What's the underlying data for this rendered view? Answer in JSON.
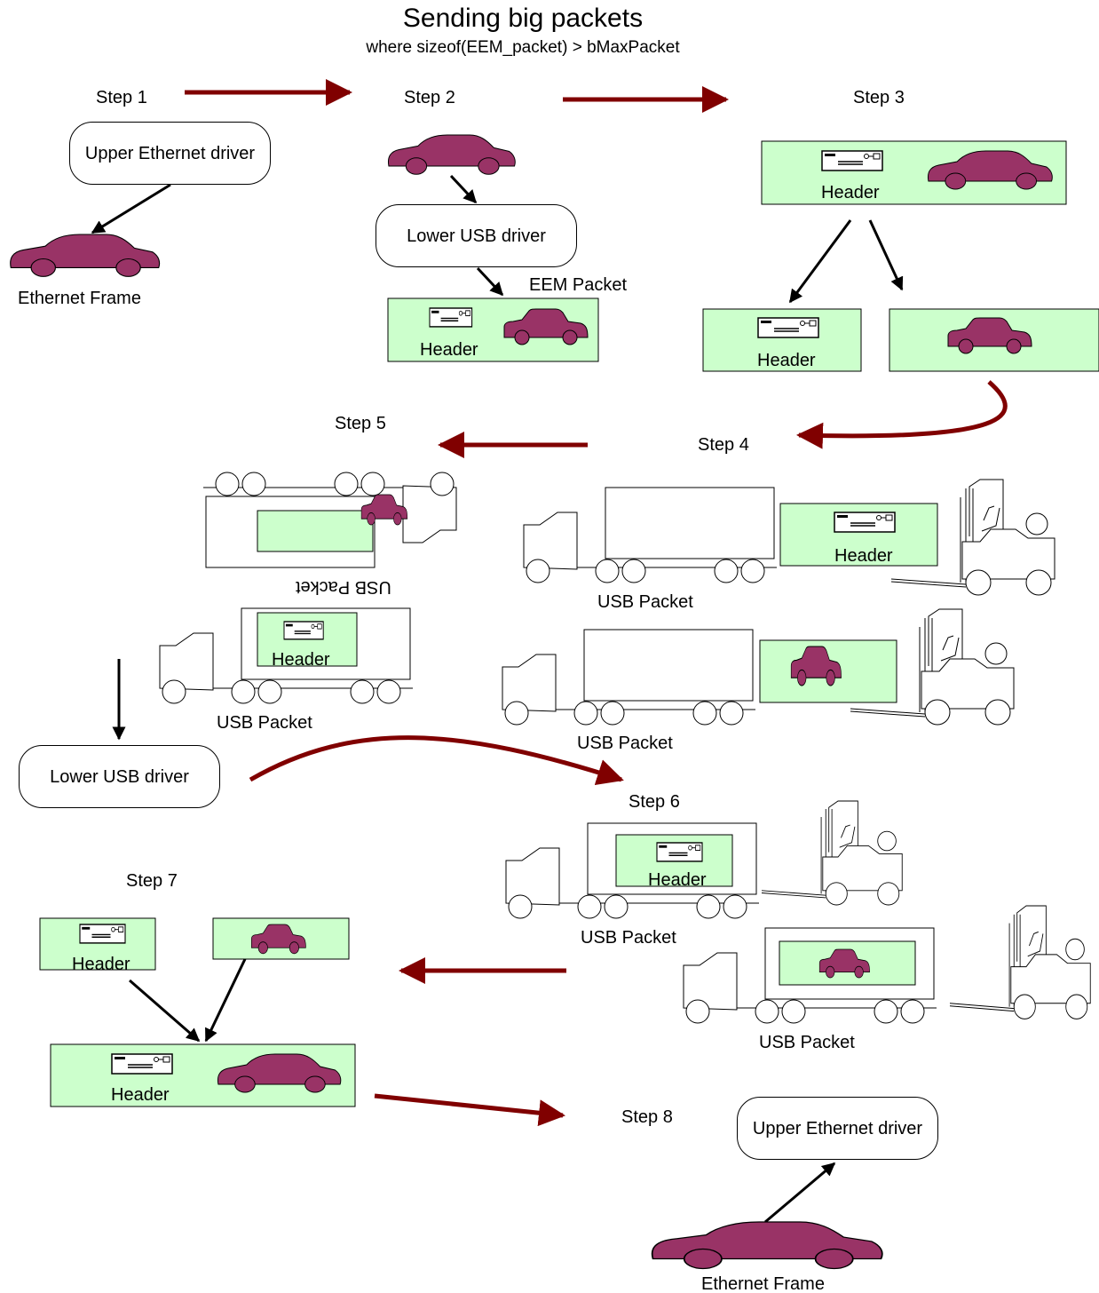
{
  "title": "Sending big packets",
  "subtitle": "where sizeof(EEM_packet) > bMaxPacket",
  "steps": {
    "s1": "Step 1",
    "s2": "Step 2",
    "s3": "Step 3",
    "s4": "Step 4",
    "s5": "Step 5",
    "s6": "Step 6",
    "s7": "Step 7",
    "s8": "Step 8"
  },
  "labels": {
    "upper_eth_driver": "Upper Ethernet driver",
    "lower_usb_driver": "Lower USB driver",
    "ethernet_frame": "Ethernet Frame",
    "eem_packet": "EEM Packet",
    "header": "Header",
    "usb_packet": "USB Packet"
  },
  "colors": {
    "car": "#993366",
    "packet_fill": "#ccffcc",
    "flow_arrow": "#800000"
  }
}
